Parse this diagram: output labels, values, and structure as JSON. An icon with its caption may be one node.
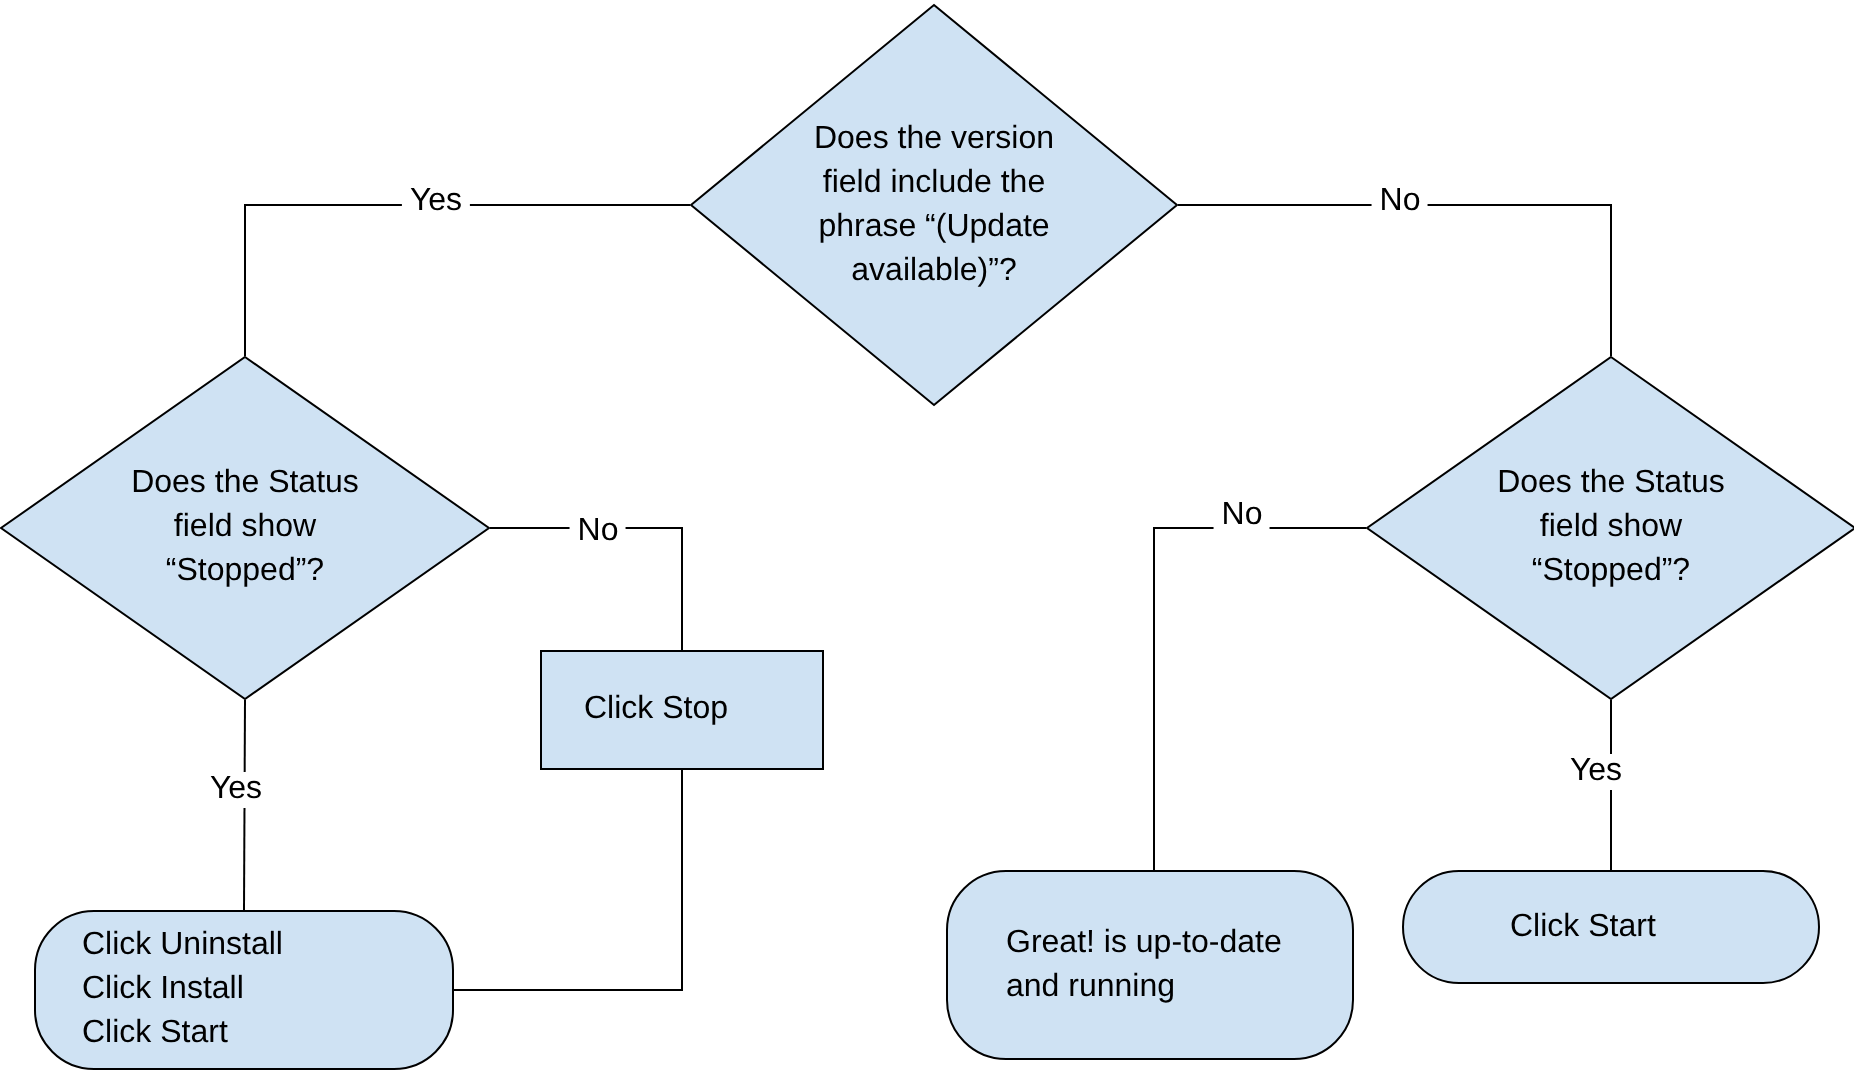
{
  "diagram": {
    "nodes": [
      {
        "text": [
          "Does the version field include the phrase “(Update available)”?"
        ]
      },
      {
        "text": [
          "Does the Status field show “Stopped”?"
        ]
      },
      {
        "text": [
          "Click Stop"
        ]
      },
      {
        "text": [
          "Click Uninstall",
          "Click Install",
          "Click Start"
        ]
      },
      {
        "text": [
          "Does the Status field show “Stopped”?"
        ]
      },
      {
        "text": [
          "Great! is up-to-date and running"
        ]
      },
      {
        "text": [
          "Click Start"
        ]
      }
    ],
    "edges": [
      {
        "from": 0,
        "to": 1,
        "arrow": "none",
        "label": "Yes"
      },
      {
        "from": 0,
        "to": 4,
        "arrow": "none",
        "label": "No"
      },
      {
        "from": 1,
        "to": 3,
        "arrow": "none",
        "label": "Yes"
      },
      {
        "from": 1,
        "to": 2,
        "arrow": "none",
        "label": "No"
      },
      {
        "from": 2,
        "to": 3,
        "arrow": "none"
      },
      {
        "from": 4,
        "to": 5,
        "arrow": "none",
        "label": "No"
      },
      {
        "from": 4,
        "to": 6,
        "arrow": "none",
        "label": "Yes"
      }
    ]
  }
}
